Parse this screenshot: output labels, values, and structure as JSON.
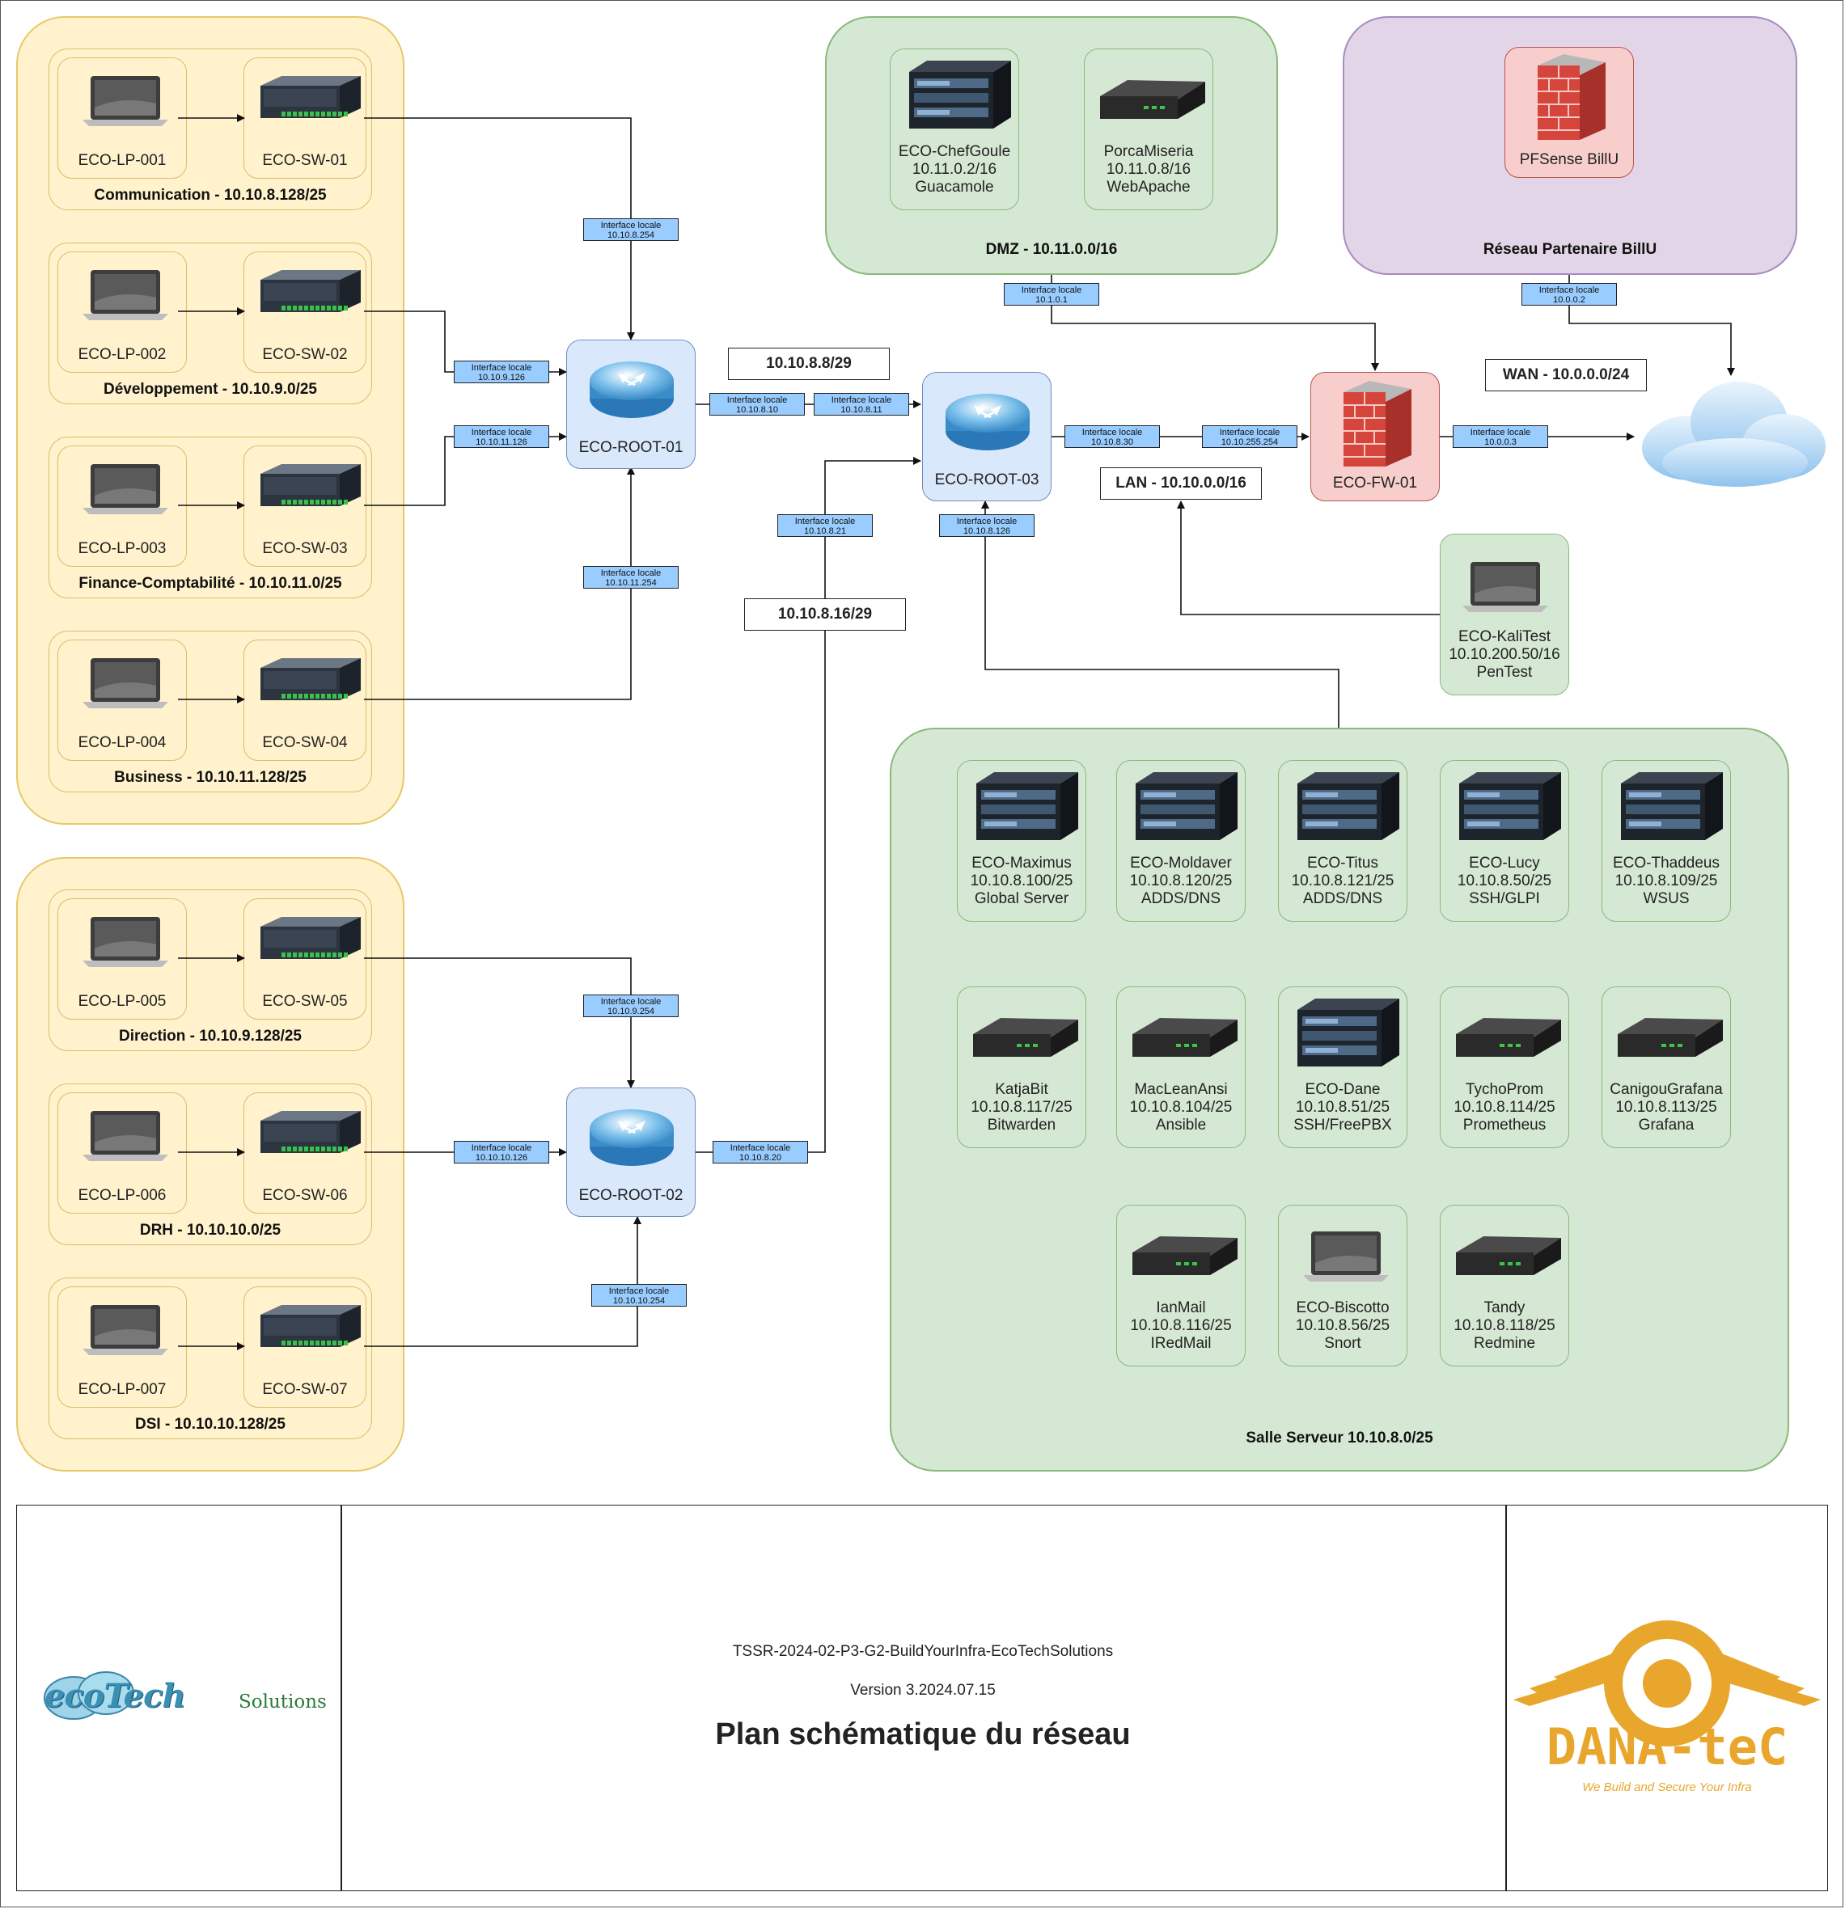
{
  "departments": [
    {
      "title": "Communication - 10.10.8.128/25",
      "laptop": "ECO-LP-001",
      "switch": "ECO-SW-01"
    },
    {
      "title": "Développement - 10.10.9.0/25",
      "laptop": "ECO-LP-002",
      "switch": "ECO-SW-02"
    },
    {
      "title": "Finance-Comptabilité - 10.10.11.0/25",
      "laptop": "ECO-LP-003",
      "switch": "ECO-SW-03"
    },
    {
      "title": "Business - 10.10.11.128/25",
      "laptop": "ECO-LP-004",
      "switch": "ECO-SW-04"
    },
    {
      "title": "Direction - 10.10.9.128/25",
      "laptop": "ECO-LP-005",
      "switch": "ECO-SW-05"
    },
    {
      "title": "DRH - 10.10.10.0/25",
      "laptop": "ECO-LP-006",
      "switch": "ECO-SW-06"
    },
    {
      "title": "DSI - 10.10.10.128/25",
      "laptop": "ECO-LP-007",
      "switch": "ECO-SW-07"
    }
  ],
  "routers": {
    "root01": "ECO-ROOT-01",
    "root02": "ECO-ROOT-02",
    "root03": "ECO-ROOT-03",
    "firewall": "ECO-FW-01"
  },
  "iface_label": "Interface locale",
  "ifaces": {
    "sw01": "10.10.8.254",
    "sw02": "10.10.9.126",
    "sw03": "10.10.11.126",
    "sw04": "10.10.11.254",
    "r1_out": "10.10.8.10",
    "r3_in": "10.10.8.11",
    "r2_up": "10.10.8.21",
    "r3_srv": "10.10.8.126",
    "r3_out": "10.10.8.30",
    "fw_in": "10.10.255.254",
    "fw_out": "10.0.0.3",
    "dmz": "10.1.0.1",
    "partner": "10.0.0.2",
    "sw05": "10.10.9.254",
    "sw06": "10.10.10.126",
    "r2_out": "10.10.8.20",
    "sw07": "10.10.10.254"
  },
  "networks": {
    "n1": "10.10.8.8/29",
    "n2": "10.10.8.16/29",
    "wan": "WAN - 10.0.0.0/24",
    "lan": "LAN - 10.10.0.0/16"
  },
  "dmz": {
    "title": "DMZ - 10.11.0.0/16",
    "servers": [
      [
        "ECO-ChefGoule",
        "10.11.0.2/16",
        "Guacamole"
      ],
      [
        "PorcaMiseria",
        "10.11.0.8/16",
        "WebApache"
      ]
    ]
  },
  "partner": {
    "title": "Réseau Partenaire BillU",
    "fw": "PFSense BillU"
  },
  "kali": [
    "ECO-KaliTest",
    "10.10.200.50/16",
    "PenTest"
  ],
  "server_room": {
    "title": "Salle Serveur 10.10.8.0/25",
    "servers": [
      [
        "ECO-Maximus",
        "10.10.8.100/25",
        "Global Server"
      ],
      [
        "ECO-Moldaver",
        "10.10.8.120/25",
        "ADDS/DNS"
      ],
      [
        "ECO-Titus",
        "10.10.8.121/25",
        "ADDS/DNS"
      ],
      [
        "ECO-Lucy",
        "10.10.8.50/25",
        "SSH/GLPI"
      ],
      [
        "ECO-Thaddeus",
        "10.10.8.109/25",
        "WSUS"
      ],
      [
        "KatjaBit",
        "10.10.8.117/25",
        "Bitwarden"
      ],
      [
        "MacLeanAnsi",
        "10.10.8.104/25",
        "Ansible"
      ],
      [
        "ECO-Dane",
        "10.10.8.51/25",
        "SSH/FreePBX"
      ],
      [
        "TychoProm",
        "10.10.8.114/25",
        "Prometheus"
      ],
      [
        "CanigouGrafana",
        "10.10.8.113/25",
        "Grafana"
      ],
      [
        "IanMail",
        "10.10.8.116/25",
        "IRedMail"
      ],
      [
        "ECO-Biscotto",
        "10.10.8.56/25",
        "Snort"
      ],
      [
        "Tandy",
        "10.10.8.118/25",
        "Redmine"
      ]
    ]
  },
  "cartouche": {
    "project": "TSSR-2024-02-P3-G2-BuildYourInfra-EcoTechSolutions",
    "version": "Version 3.2024.07.15",
    "title": "Plan schématique du réseau",
    "logo_left_eco": "ecoTech",
    "logo_left_solutions": "Solutions",
    "logo_right_name": "DANA-teC",
    "logo_right_tagline": "We Build and Secure Your Infra"
  },
  "colors": {
    "dept_zone": "#fff2cc",
    "green_zone": "#d5e8d4",
    "purple_zone": "#e1d5e7",
    "iface": "#99ccff",
    "firewall": "#f8cecc",
    "router": "#dae8fc",
    "dana": "#e8a72c"
  }
}
